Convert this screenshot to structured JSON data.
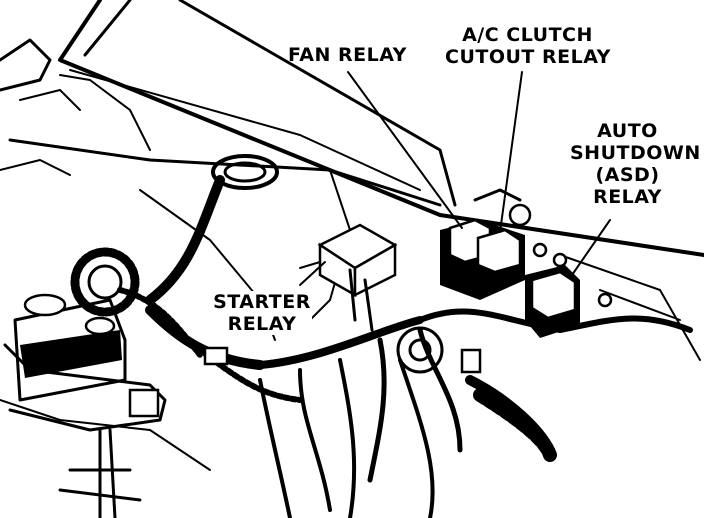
{
  "labels": {
    "fan_relay": "FAN RELAY",
    "ac_clutch_line1": "A/C CLUTCH",
    "ac_clutch_line2": "CUTOUT RELAY",
    "auto_shutdown_line1": "AUTO",
    "auto_shutdown_line2": "SHUTDOWN",
    "auto_shutdown_line3": "(ASD)",
    "auto_shutdown_line4": "RELAY",
    "starter_line1": "STARTER",
    "starter_line2": "RELAY"
  },
  "colors": {
    "ink": "#000000",
    "paper": "#ffffff"
  }
}
